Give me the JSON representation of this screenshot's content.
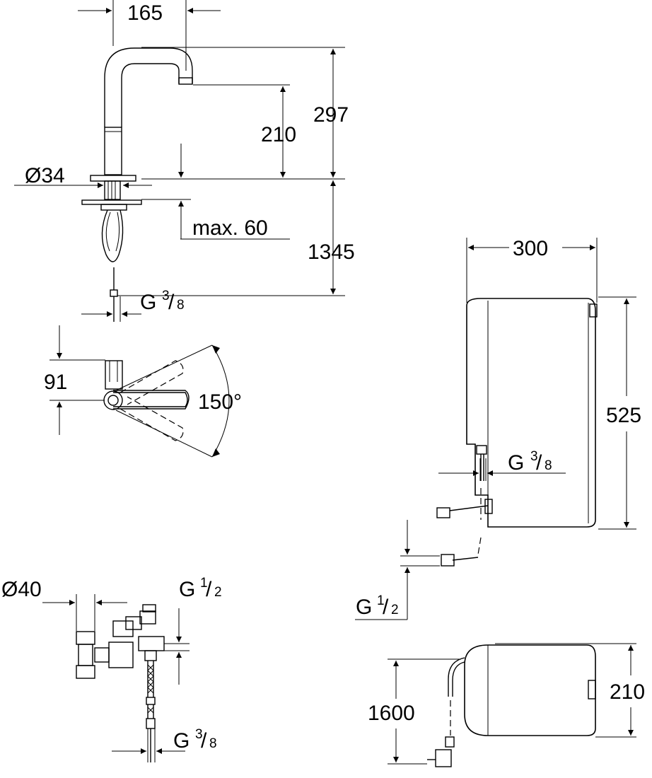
{
  "dimensions": {
    "spout_reach": "165",
    "spout_height": "210",
    "overall_height": "297",
    "base_diameter": "Ø34",
    "max_deck": "max. 60",
    "hose_length": "1345",
    "faucet_thread": {
      "base": "G",
      "num": "3",
      "den": "8"
    },
    "handle_offset": "91",
    "swivel_angle": "150°",
    "box_width": "300",
    "box_height": "525",
    "box_thread": {
      "base": "G",
      "num": "3",
      "den": "8"
    },
    "box_supply_thread": {
      "base": "G",
      "num": "1",
      "den": "2"
    },
    "valve_diameter": "Ø40",
    "valve_thread_top": {
      "base": "G",
      "num": "1",
      "den": "2"
    },
    "valve_thread_bottom": {
      "base": "G",
      "num": "3",
      "den": "8"
    },
    "cable_length": "1600",
    "box_depth": "210"
  },
  "colors": {
    "line": "#000000",
    "background": "#ffffff"
  }
}
